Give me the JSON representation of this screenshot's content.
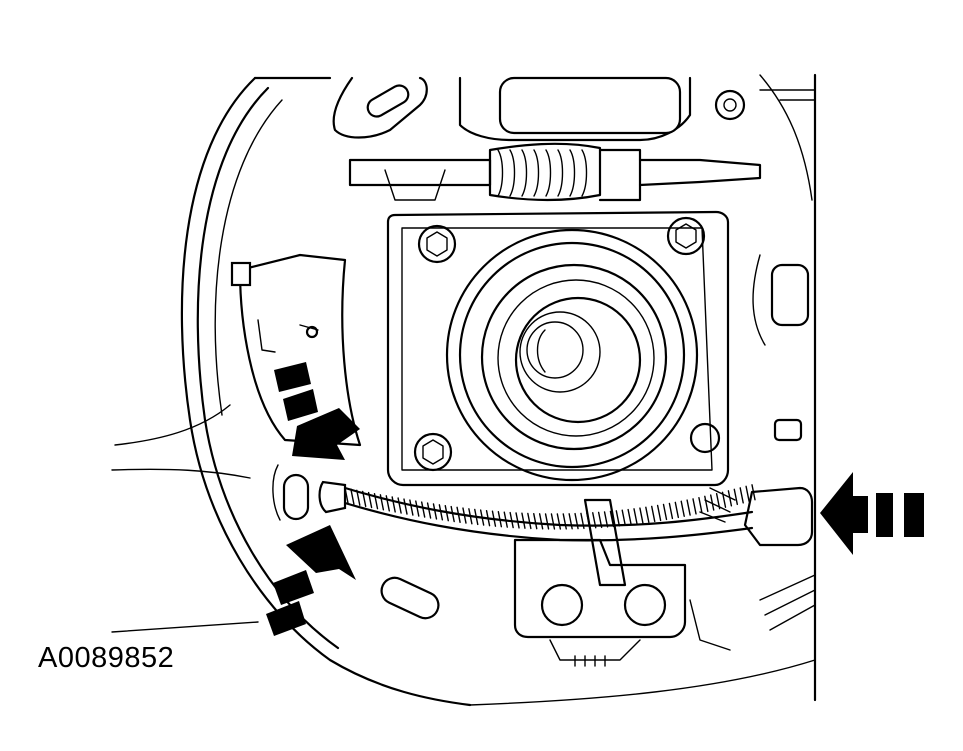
{
  "figure": {
    "id_label": "A0089852"
  },
  "callouts": [
    {
      "name": "upper-left-arrow",
      "direction": "down-right"
    },
    {
      "name": "lower-left-arrow",
      "direction": "up-right"
    },
    {
      "name": "right-arrow",
      "direction": "left"
    }
  ],
  "colors": {
    "ink": "#000000",
    "background": "#ffffff"
  }
}
